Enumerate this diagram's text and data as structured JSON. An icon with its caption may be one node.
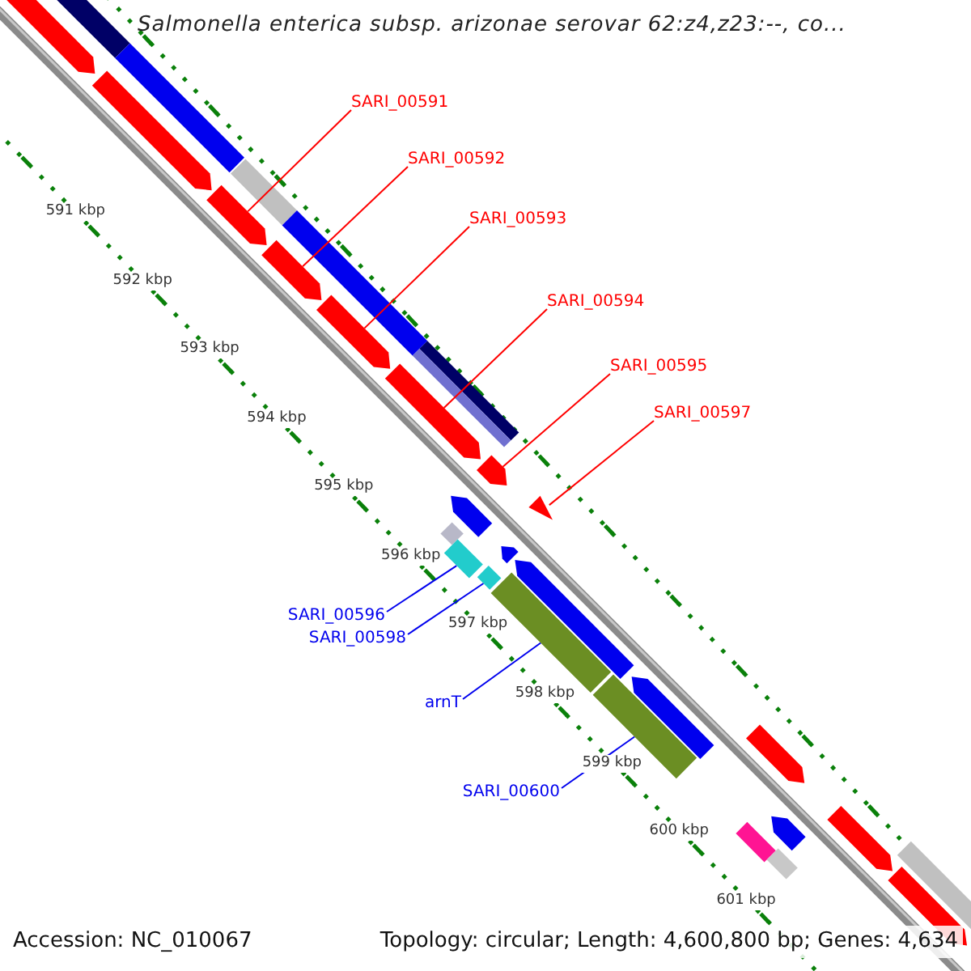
{
  "diagram": {
    "title": "Salmonella enterica subsp. arizonae serovar 62:z4,z23:--, co...",
    "nodes": [
      {
        "text": [
          "SARI_00591"
        ]
      },
      {
        "text": [
          "SARI_00592"
        ]
      },
      {
        "text": [
          "SARI_00593"
        ]
      },
      {
        "text": [
          "SARI_00594"
        ]
      },
      {
        "text": [
          "SARI_00595"
        ]
      },
      {
        "text": [
          "SARI_00597"
        ]
      },
      {
        "text": [
          "SARI_00596"
        ]
      },
      {
        "text": [
          "SARI_00598"
        ]
      },
      {
        "text": [
          "arnT"
        ]
      },
      {
        "text": [
          "SARI_00600"
        ]
      },
      {
        "text": [],
        "shape": "bar"
      },
      {
        "text": [],
        "shape": "bar"
      },
      {
        "text": [],
        "shape": "bar"
      },
      {
        "text": [],
        "shape": "bar"
      },
      {
        "text": [],
        "shape": "bar"
      },
      {
        "text": [],
        "shape": "triangle"
      },
      {
        "text": [],
        "shape": "bar"
      },
      {
        "text": [],
        "shape": "bar"
      },
      {
        "text": [],
        "shape": "bar"
      },
      {
        "text": [],
        "shape": "bar"
      }
    ],
    "edges": [
      {
        "from": 0,
        "to": 10,
        "arrow": "none"
      },
      {
        "from": 1,
        "to": 11,
        "arrow": "none"
      },
      {
        "from": 2,
        "to": 12,
        "arrow": "none"
      },
      {
        "from": 3,
        "to": 13,
        "arrow": "none"
      },
      {
        "from": 4,
        "to": 14,
        "arrow": "none"
      },
      {
        "from": 5,
        "to": 15,
        "arrow": "none"
      },
      {
        "from": 6,
        "to": 16,
        "arrow": "none",
        "color": "#0000ee"
      },
      {
        "from": 7,
        "to": 17,
        "arrow": "none",
        "color": "#0000ee"
      },
      {
        "from": 8,
        "to": 18,
        "arrow": "none",
        "color": "#0000ee"
      },
      {
        "from": 9,
        "to": 19,
        "arrow": "none",
        "color": "#0000ee"
      }
    ],
    "labels": [
      "591 kbp",
      "592 kbp",
      "593 kbp",
      "594 kbp",
      "595 kbp",
      "596 kbp",
      "597 kbp",
      "598 kbp",
      "599 kbp",
      "600 kbp",
      "601 kbp",
      "Accession: NC_010067",
      "Topology: circular; Length: 4,600,800 bp; Genes: 4,634"
    ]
  }
}
